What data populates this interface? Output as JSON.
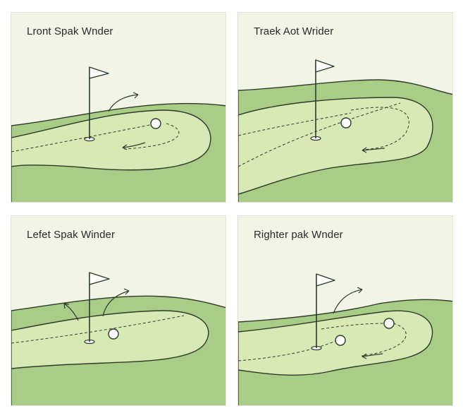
{
  "panels": [
    {
      "title": "Lront Spak Wnder"
    },
    {
      "title": "Traek Aot Wrider"
    },
    {
      "title": "Lefet Spak Winder"
    },
    {
      "title": "Righter pak Wnder"
    }
  ],
  "colors": {
    "background": "#f2f5e6",
    "fairway": "#a9cd86",
    "green": "#d7e9b5",
    "line": "#2f3b2a",
    "flag": "#ffffff"
  }
}
